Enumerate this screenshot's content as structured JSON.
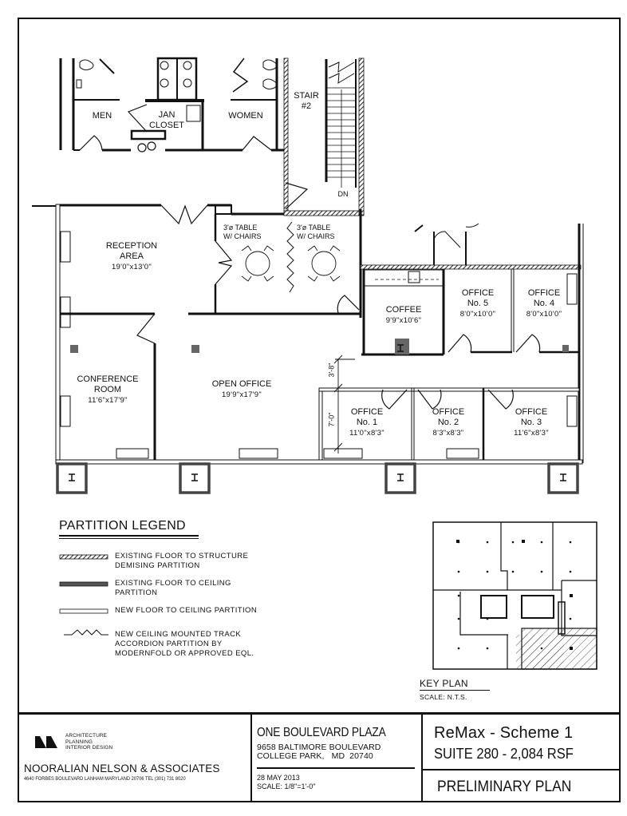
{
  "sheet": {
    "type": "architectural floor plan",
    "plan_scale": "SCALE: 1/8\"=1'-0\""
  },
  "rooms": {
    "men": {
      "name": "MEN"
    },
    "jan_closet": {
      "line1": "JAN",
      "line2": "CLOSET"
    },
    "women": {
      "name": "WOMEN"
    },
    "stair": {
      "line1": "STAIR",
      "line2": "#2",
      "direction": "DN"
    },
    "reception": {
      "line1": "RECEPTION",
      "line2": "AREA",
      "dim": "19'0\"x13'0\""
    },
    "table1": {
      "line1": "3'ø  TABLE",
      "line2": "W/  CHAIRS"
    },
    "table2": {
      "line1": "3'ø  TABLE",
      "line2": "W/  CHAIRS"
    },
    "coffee": {
      "name": "COFFEE",
      "dim": "9'9\"x10'6\""
    },
    "office5": {
      "line1": "OFFICE",
      "line2": "No. 5",
      "dim": "8'0\"x10'0\""
    },
    "office4": {
      "line1": "OFFICE",
      "line2": "No. 4",
      "dim": "8'0\"x10'0\""
    },
    "conference": {
      "line1": "CONFERENCE",
      "line2": "ROOM",
      "dim": "11'6\"x17'9\""
    },
    "open_office": {
      "name": "OPEN OFFICE",
      "dim": "19'9\"x17'9\""
    },
    "office1": {
      "line1": "OFFICE",
      "line2": "No. 1",
      "dim": "11'0\"x8'3\""
    },
    "office2": {
      "line1": "OFFICE",
      "line2": "No. 2",
      "dim": "8'3\"x8'3\""
    },
    "office3": {
      "line1": "OFFICE",
      "line2": "No. 3",
      "dim": "11'6\"x8'3\""
    }
  },
  "dimensions": {
    "corridor": "3'-8\"",
    "office_depth": "7'-0\""
  },
  "legend": {
    "title": "PARTITION LEGEND",
    "items": [
      {
        "style": "hatched",
        "line1": "EXISTING FLOOR TO STRUCTURE",
        "line2": "DEMISING PARTITION"
      },
      {
        "style": "solid-gray",
        "line1": "EXISTING FLOOR TO CEILING",
        "line2": "PARTITION"
      },
      {
        "style": "hollow",
        "line1": "NEW FLOOR TO CEILING PARTITION",
        "line2": ""
      },
      {
        "style": "zigzag",
        "line1": "NEW CEILING MOUNTED TRACK",
        "line2": "ACCORDION PARTITION BY",
        "line3": "MODERNFOLD OR APPROVED EQL."
      }
    ]
  },
  "key_plan": {
    "title": "KEY PLAN",
    "scale": "SCALE: N.T.S."
  },
  "title_block": {
    "firm": {
      "disciplines": [
        "ARCHITECTURE",
        "PLANNING",
        "INTERIOR DESIGN"
      ],
      "name": "NOORALIAN NELSON & ASSOCIATES",
      "address": "4640 FORBES BOULEVARD LANHAM MARYLAND 20706 TEL (301) 731 8020"
    },
    "project": {
      "name": "ONE BOULEVARD PLAZA",
      "address1": "9658 BALTIMORE BOULEVARD",
      "address2": "COLLEGE PARK,   MD  20740",
      "date": "28 MAY 2013",
      "scale": "SCALE: 1/8\"=1'-0\""
    },
    "scheme": {
      "name": "ReMax - Scheme 1",
      "suite": "SUITE 280 - 2,084 RSF",
      "status": "PRELIMINARY PLAN"
    }
  },
  "colors": {
    "ink": "#111111",
    "existing_wall": "#555555",
    "column_fill": "#666666"
  }
}
